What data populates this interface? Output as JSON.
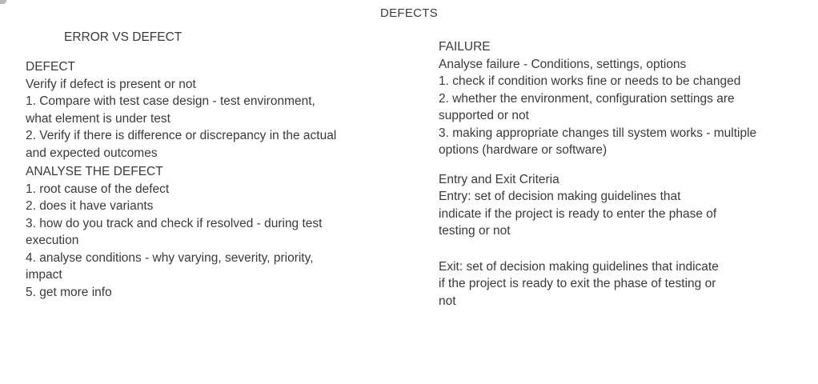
{
  "page_title": "DEFECTS",
  "left": {
    "subtitle": "ERROR VS DEFECT",
    "defect": {
      "heading": "DEFECT",
      "lines": [
        "Verify if defect is present or not",
        "1. Compare with test case design - test environment,",
        "what element is under test",
        "2. Verify if there is difference or discrepancy in the actual",
        "and expected outcomes"
      ]
    },
    "analyse": {
      "heading": "ANALYSE THE DEFECT",
      "lines": [
        "1. root cause of the defect",
        "2. does it have variants",
        "3. how do you track and check if resolved - during test",
        "execution",
        "4. analyse conditions - why varying, severity, priority,",
        "impact",
        "5. get more info"
      ]
    }
  },
  "right": {
    "failure": {
      "heading": "FAILURE",
      "lines": [
        "Analyse failure - Conditions, settings, options",
        "1. check if condition works fine or needs to be changed",
        "2. whether the environment, configuration settings are",
        "supported or not",
        "3. making appropriate changes till system works - multiple",
        "options (hardware or software)"
      ]
    },
    "criteria": {
      "heading": "Entry and Exit Criteria",
      "entry_lines": [
        "Entry:  set of decision making guidelines that",
        "indicate if the project is ready to enter the phase of",
        "testing or not"
      ],
      "exit_lines": [
        "Exit: set of decision making guidelines that indicate",
        "if the project is ready to exit the phase of testing or",
        "not"
      ]
    }
  }
}
